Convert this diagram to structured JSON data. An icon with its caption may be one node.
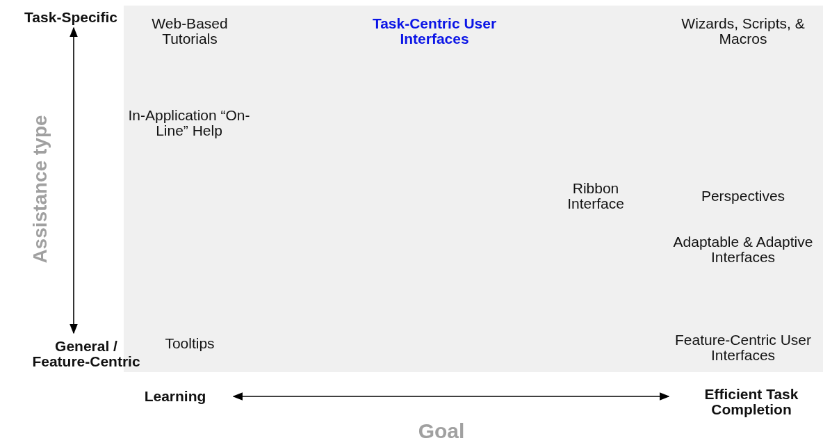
{
  "diagram": {
    "nodes": [
      {
        "text": [
          "Task-Specific"
        ]
      },
      {
        "text": [
          "General / Feature-Centric"
        ]
      },
      {
        "text": [
          "Learning"
        ]
      },
      {
        "text": [
          "Efficient Task Completion"
        ]
      }
    ],
    "edges": [
      {
        "from": 0,
        "to": 1,
        "arrow": "both"
      },
      {
        "from": 2,
        "to": 3,
        "arrow": "both"
      }
    ],
    "labels": [
      "Web-Based Tutorials",
      "Task-Centric User Interfaces",
      "Wizards, Scripts, & Macros",
      "In-Application “On-Line” Help",
      "Ribbon Interface",
      "Perspectives",
      "Adaptable & Adaptive Interfaces",
      "Tooltips",
      "Feature-Centric User Interfaces",
      "Assistance type",
      "Goal"
    ]
  }
}
